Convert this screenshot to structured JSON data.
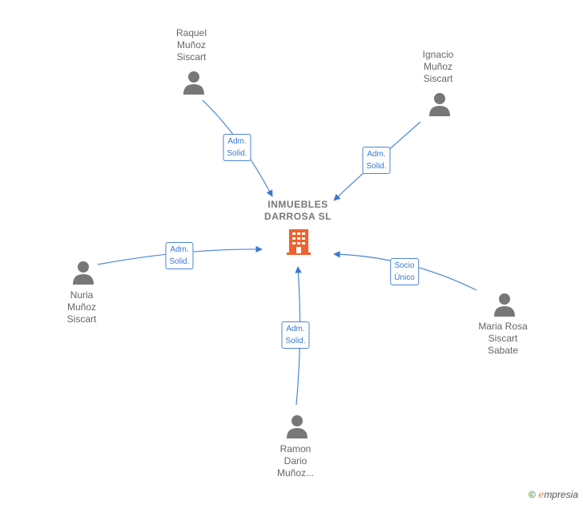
{
  "company": {
    "name": "INMUEBLES\nDARROSA SL",
    "icon": "building-icon",
    "color": "#f0622e"
  },
  "nodes": [
    {
      "id": "raquel",
      "name": "Raquel\nMuñoz\nSiscart"
    },
    {
      "id": "ignacio",
      "name": "Ignacio\nMuñoz\nSiscart"
    },
    {
      "id": "nuria",
      "name": "Nuria\nMuñoz\nSiscart"
    },
    {
      "id": "maria",
      "name": "Maria Rosa\nSiscart\nSabate"
    },
    {
      "id": "ramon",
      "name": "Ramon\nDario\nMuñoz..."
    }
  ],
  "edges": [
    {
      "from": "raquel",
      "label": "Adm.\nSolid."
    },
    {
      "from": "ignacio",
      "label": "Adm.\nSolid."
    },
    {
      "from": "nuria",
      "label": "Adm.\nSolid."
    },
    {
      "from": "maria",
      "label": "Socio\nÚnico"
    },
    {
      "from": "ramon",
      "label": "Adm.\nSolid."
    }
  ],
  "colors": {
    "edge": "#3a78cf",
    "person": "#777777"
  },
  "brand": {
    "copyright": "©",
    "e": "e",
    "rest": "mpresia"
  }
}
